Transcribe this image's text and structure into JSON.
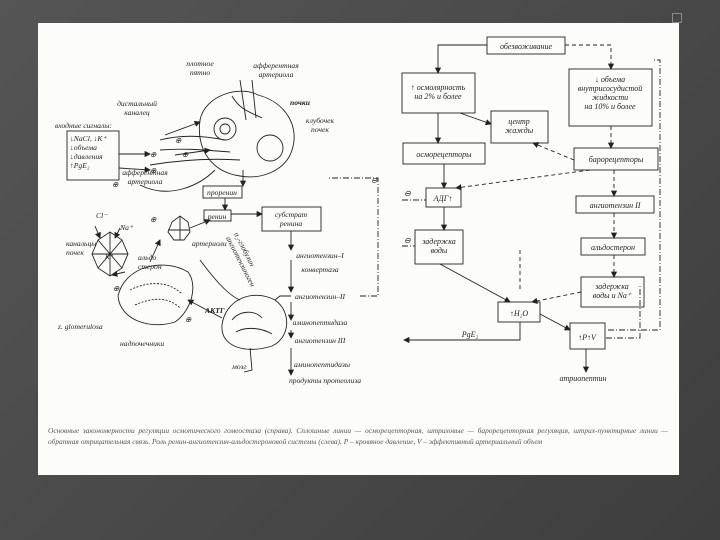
{
  "left": {
    "plotnoe_pyatno": "плотное\nпятно",
    "afferent_arteriola_top": "афферентная\nартериола",
    "pochki": "почки",
    "distalny_kanalets": "дистальный\nканалец",
    "klubochek_pochek": "клубочек\nпочек",
    "vhodnye_signaly": "входные сигналы:",
    "signal_list": "↓NaCl, ↓K⁺\n↓объема\n↓давления\n↑PgE₂",
    "afferent_arteriola_mid": "афферентная\nартериола",
    "prorenin": "проренин",
    "renin": "ренин",
    "substrat_renina": "субстрат\nренина",
    "angiotensinogen_diag": "α₂-глобулин\nангиотензиноген",
    "cl": "Cl⁻",
    "na": "Na⁺",
    "arterioly": "артериоли",
    "kanaltsy_pochek": "канальцы\nпочек",
    "k_plus": "K⁺",
    "aldosteron": "альдо\nстерон",
    "akti": "АКТГ",
    "z_glomerulosa": "z. glomerulosa",
    "nadpochechniki": "надпочечники",
    "mozg": "мозг",
    "angiotenzin_1": "ангиотензин–I",
    "konvertaza": "конвертаза",
    "angiotenzin_2": "ангиотензин–II",
    "aminopeptidaza_1": "аминопептидаза",
    "angiotenzin_3": "ангиотензин III",
    "aminopeptidaza_2": "аминопептидазы",
    "produkty_proteoliza": "продукты протеолиза",
    "plus": "⊕",
    "minus": "⊖"
  },
  "right": {
    "obezvozhivanie": "обезвоживание",
    "osmolyarnost": "↑ осмолярность\nна 2% и более",
    "obem_krovi": "↓ объема\nвнутрисосудистой\nжидкости\nна 10% и более",
    "tsentr_zhazhdy": "центр\nжажды",
    "osmoretseptory": "осморецепторы",
    "baroretseptory": "барорецепторы",
    "adg": "АДГ↑",
    "angiotenzin_2": "ангиотензин II",
    "zaderzhka_vody": "задержка\nводы",
    "aldosteron": "альдостерон",
    "zaderzhka_vody_na": "задержка\nводы и Na⁺",
    "h2o": "↑H₂O",
    "pv": "↑P↑V",
    "pge2": "PgE₂",
    "atriopeptin": "атриопептин"
  },
  "caption": "Основные закономерности регуляции осмотического гомеостаза (справа). Сплошные линии — осморецепторная, штриховые — барорецепторная регуляция, штрих-пунктирные линии — обратная отрицательная связь. Роль ренин-ангиотензин-альдостероновой системы (слева). P – кровяное давление, V – эффективный артериальный объем"
}
